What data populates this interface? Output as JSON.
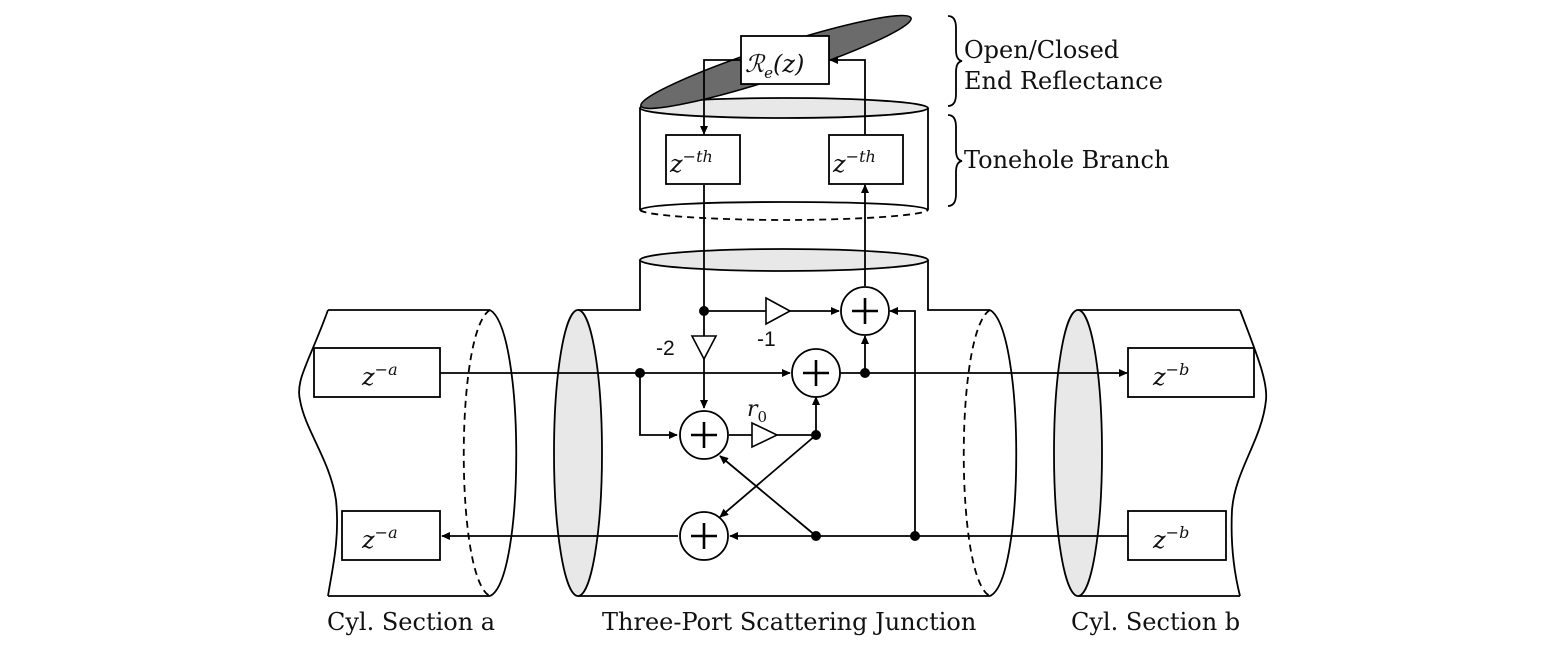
{
  "labels": {
    "section_a": "Cyl. Section a",
    "junction": "Three-Port Scattering Junction",
    "section_b": "Cyl. Section b",
    "end_reflectance_line1": "Open/Closed",
    "end_reflectance_line2": "End Reflectance",
    "tonehole_branch": "Tonehole Branch"
  },
  "delays": {
    "a_base": "z",
    "a_exp": "−a",
    "b_base": "z",
    "b_exp": "−b",
    "th_base": "z",
    "th_exp": "−th"
  },
  "reflectance": {
    "symbol": "ℛ",
    "subscript": "e",
    "argument": "(z)"
  },
  "gains": {
    "minus_two": "-2",
    "minus_one": "-1",
    "r_symbol": "r",
    "r_subscript": "0"
  },
  "colors": {
    "ellipse_fill": "#e8e8e8",
    "cap_fill": "#6b6b6b",
    "line": "#000000"
  }
}
